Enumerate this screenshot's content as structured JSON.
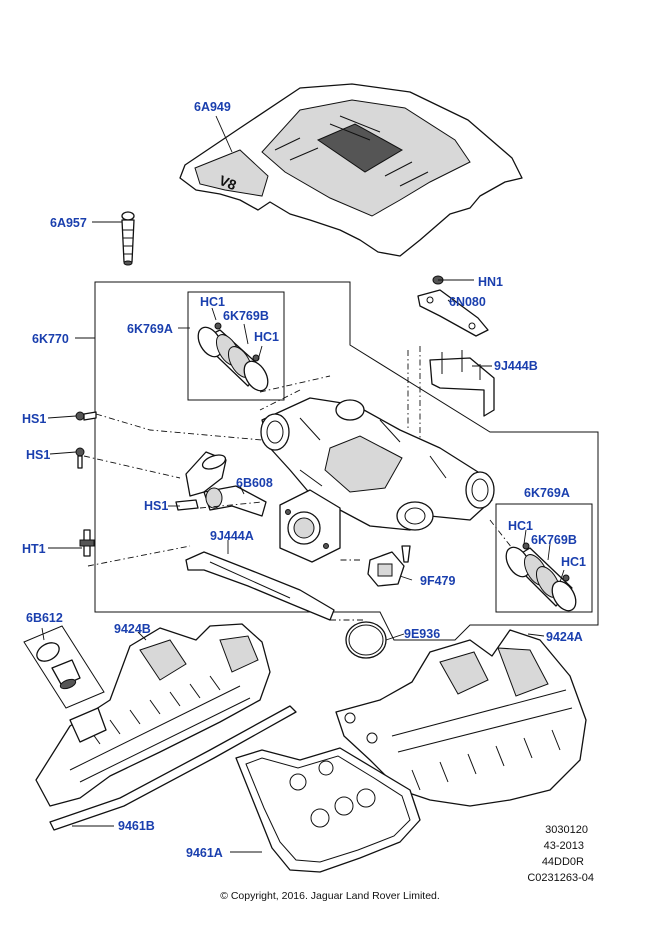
{
  "labels": {
    "cover": "6A949",
    "cover_fastener": "6A957",
    "manifold_assembly": "6K770",
    "hn1": "HN1",
    "bracket_6n080": "6N080",
    "bracket_9j444b": "9J444B",
    "hose_left": "6K769A",
    "hc1_left_top": "HC1",
    "clamp_left": "6K769B",
    "hc1_left_bottom": "HC1",
    "hs1_top": "HS1",
    "hs1_mid": "HS1",
    "hs1_pipe": "HS1",
    "egr_pipe": "6B608",
    "ht1": "HT1",
    "bracket_9j444a": "9J444A",
    "hose_right": "6K769A",
    "hc1_right_top": "HC1",
    "clamp_right": "6K769B",
    "hc1_right_bottom": "HC1",
    "sensor": "9F479",
    "seal_ring": "9E936",
    "oil_cap": "6B612",
    "rocker_cover_left": "9424B",
    "rocker_cover_right": "9424A",
    "gasket_left": "9461B",
    "gasket_right": "9461A"
  },
  "info": {
    "line1": "3030120",
    "line2": "43-2013",
    "line3": "44DD0R",
    "line4": "C0231263-04"
  },
  "copyright": "© Copyright, 2016. Jaguar Land Rover Limited.",
  "label_color": "#1a3fae"
}
